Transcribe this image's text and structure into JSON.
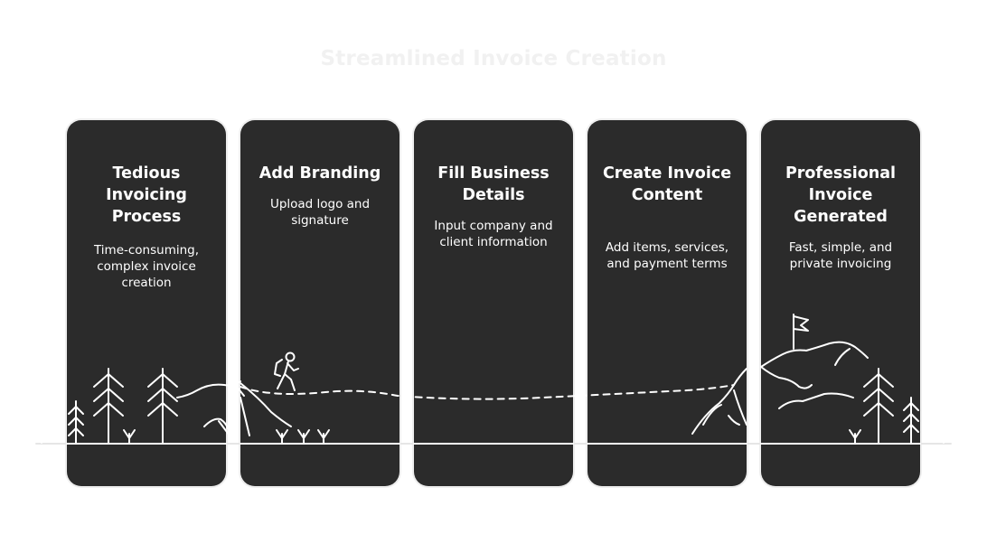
{
  "title": "Streamlined Invoice Creation",
  "steps": [
    {
      "title": "Tedious Invoicing Process",
      "description": "Time-consuming, complex invoice creation"
    },
    {
      "title": "Add Branding",
      "description": "Upload logo and signature"
    },
    {
      "title": "Fill Business Details",
      "description": "Input company and client information"
    },
    {
      "title": "Create Invoice Content",
      "description": "Add items, services, and payment terms"
    },
    {
      "title": "Professional Invoice Generated",
      "description": "Fast, simple, and private invoicing"
    }
  ],
  "icons": [
    "trees-icon",
    "hiker-icon",
    "dashed-path-icon",
    "mountain-icon",
    "summit-flag-icon"
  ]
}
